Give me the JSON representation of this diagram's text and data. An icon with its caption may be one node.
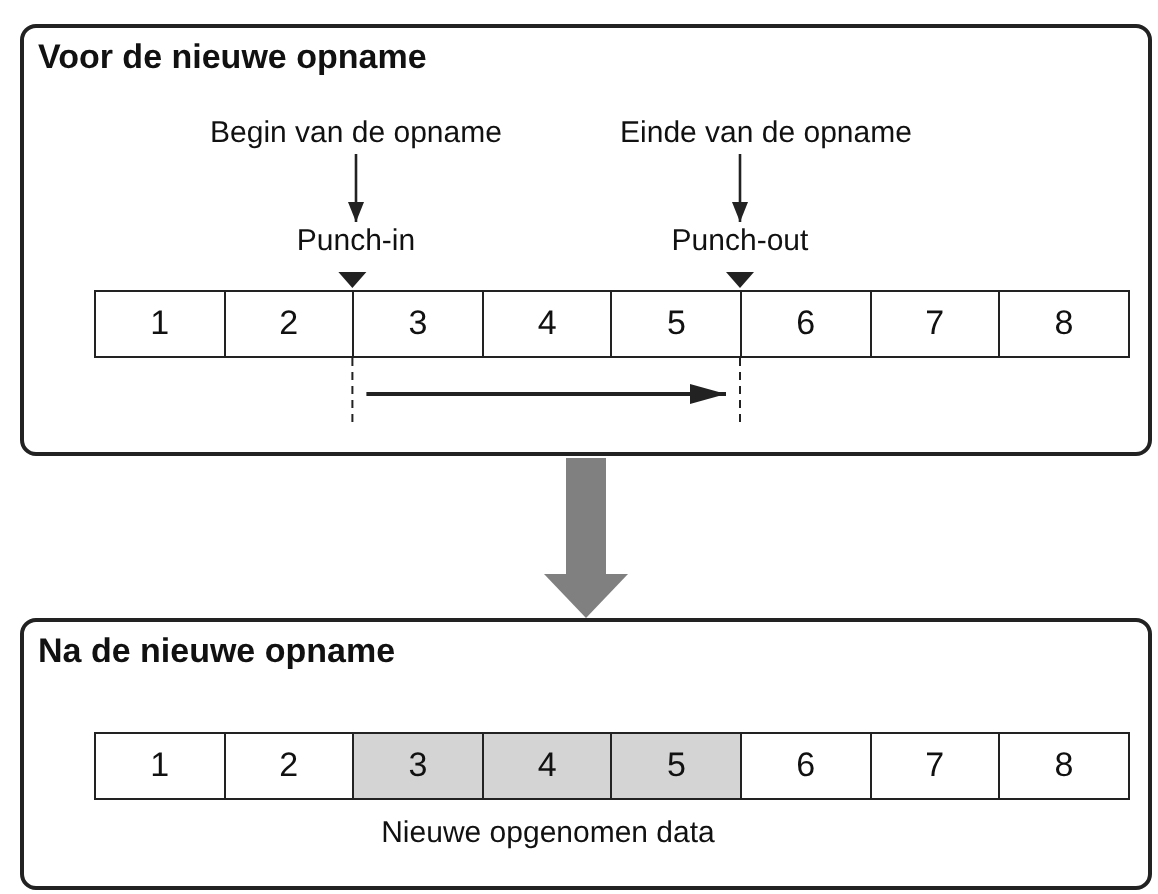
{
  "diagram": {
    "nodes": [
      {
        "text": [
          "Voor de nieuwe opname"
        ]
      },
      {
        "text": [
          "Begin van de opname"
        ],
        "in": 0
      },
      {
        "text": [
          "Einde van de opname"
        ],
        "in": 0
      },
      {
        "text": [
          "Punch-in"
        ],
        "in": 0
      },
      {
        "text": [
          "Punch-out"
        ],
        "in": 0
      },
      {
        "text": [
          "1"
        ],
        "in": 0
      },
      {
        "text": [
          "2"
        ],
        "in": 0
      },
      {
        "text": [
          "3"
        ],
        "in": 0
      },
      {
        "text": [
          "4"
        ],
        "in": 0
      },
      {
        "text": [
          "5"
        ],
        "in": 0
      },
      {
        "text": [
          "6"
        ],
        "in": 0
      },
      {
        "text": [
          "7"
        ],
        "in": 0
      },
      {
        "text": [
          "8"
        ],
        "in": 0
      },
      {
        "text": [
          "Na de nieuwe opname"
        ]
      },
      {
        "text": [
          "1"
        ],
        "in": 13
      },
      {
        "text": [
          "2"
        ],
        "in": 13
      },
      {
        "text": [
          "3"
        ],
        "in": 13
      },
      {
        "text": [
          "4"
        ],
        "in": 13
      },
      {
        "text": [
          "5"
        ],
        "in": 13
      },
      {
        "text": [
          "6"
        ],
        "in": 13
      },
      {
        "text": [
          "7"
        ],
        "in": 13
      },
      {
        "text": [
          "8"
        ],
        "in": 13
      }
    ],
    "edges": [
      {
        "from": 1,
        "to": 3,
        "arrow": "to"
      },
      {
        "from": 2,
        "to": 4,
        "arrow": "to"
      },
      {
        "from": 0,
        "to": 13,
        "arrow": "to",
        "style": "thick",
        "color": "#808080"
      }
    ],
    "labels": [
      "Nieuwe opgenomen data"
    ]
  }
}
